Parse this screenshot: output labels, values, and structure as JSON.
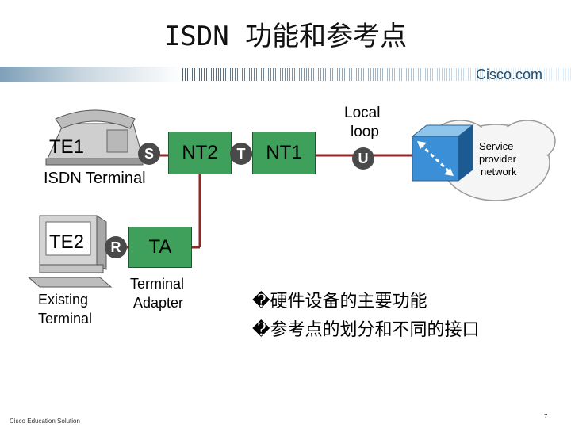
{
  "title": "ISDN 功能和参考点",
  "brand": "Cisco.com",
  "devices": {
    "te1": "TE1",
    "isdn_terminal": "ISDN Terminal",
    "te2": "TE2",
    "existing_terminal_1": "Existing",
    "existing_terminal_2": "Terminal",
    "nt2": "NT2",
    "nt1": "NT1",
    "ta": "TA",
    "terminal_adapter_1": "Terminal",
    "terminal_adapter_2": "Adapter"
  },
  "ref_points": {
    "s": "S",
    "t": "T",
    "r": "R",
    "u": "U"
  },
  "local_loop_1": "Local",
  "local_loop_2": "loop",
  "cloud": {
    "line1": "Service",
    "line2": "provider",
    "line3": "network"
  },
  "bullets": [
    "�硬件设备的主要功能",
    "�参考点的划分和不同的接口"
  ],
  "footer": "Cisco Education Solution",
  "page_number": "7"
}
